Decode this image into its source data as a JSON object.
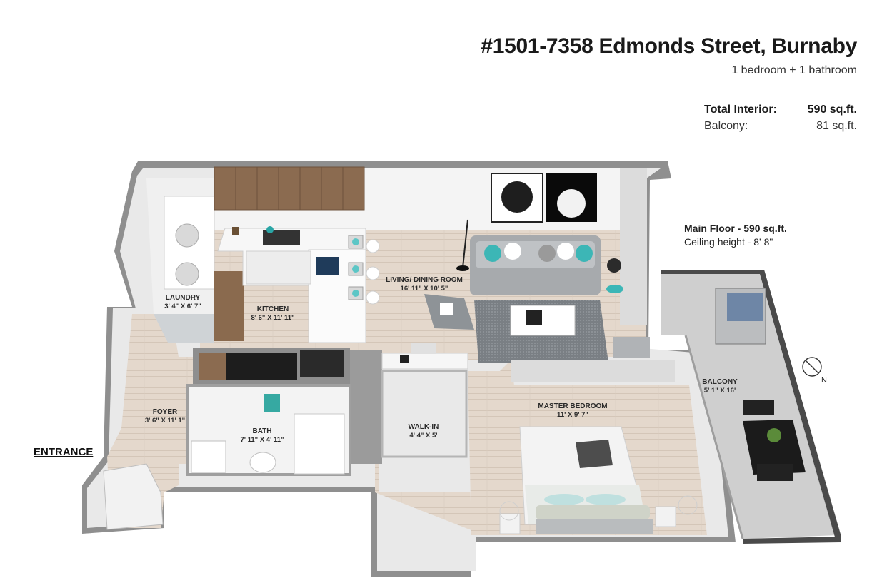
{
  "header": {
    "address": "#1501-7358 Edmonds Street, Burnaby",
    "beds_baths": "1 bedroom + 1 bathroom"
  },
  "areas": {
    "total_interior_label": "Total Interior:",
    "total_interior_value": "590 sq.ft.",
    "balcony_label": "Balcony:",
    "balcony_value": "81 sq.ft."
  },
  "floor": {
    "main_floor": "Main Floor - 590 sq.ft.",
    "ceiling": "Ceiling height - 8' 8\""
  },
  "entrance": "ENTRANCE",
  "compass": {
    "label": "N"
  },
  "rooms": {
    "laundry": {
      "name": "LAUNDRY",
      "dim": "3' 4\" X 6' 7\""
    },
    "kitchen": {
      "name": "KITCHEN",
      "dim": "8' 6\" X 11' 11\""
    },
    "living": {
      "name": "LIVING/ DINING ROOM",
      "dim": "16' 11\" X 10' 5\""
    },
    "foyer": {
      "name": "FOYER",
      "dim": "3' 6\" X 11' 1\""
    },
    "bath": {
      "name": "BATH",
      "dim": "7' 11\" X 4' 11\""
    },
    "walkin": {
      "name": "WALK-IN",
      "dim": "4' 4\" X 5'"
    },
    "master": {
      "name": "MASTER BEDROOM",
      "dim": "11' X 9' 7\""
    },
    "balcony": {
      "name": "BALCONY",
      "dim": "5' 1\" X 16'"
    }
  }
}
